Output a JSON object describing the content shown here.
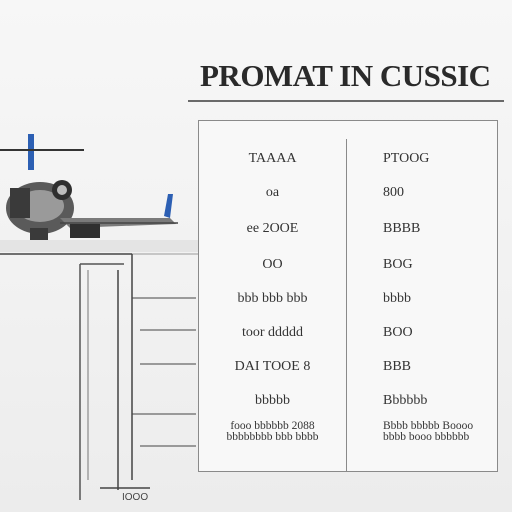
{
  "header": {
    "title": "PROMAT IN CUSSIC"
  },
  "table": {
    "rows": [
      {
        "left": "TAAAA",
        "right": "PTOOG"
      },
      {
        "left": "oa",
        "right": "800"
      },
      {
        "left": "ee 2OOE",
        "right": "BBBB"
      },
      {
        "left": "OO",
        "right": "BOG"
      },
      {
        "left": "bbb bbb bbb",
        "right": "bbbb"
      },
      {
        "left": "toor ddddd",
        "right": "BOO"
      },
      {
        "left": "DAI TOOE 8",
        "right": "BBB"
      },
      {
        "left": "bbbbb",
        "right": "Bbbbbb"
      },
      {
        "left": "fooo bbbbbb 2088 bbbbbbbb bbb bbbb",
        "right": "Bbbb bbbbb Boooo bbbb booo bbbbbb"
      }
    ]
  },
  "diagram": {
    "bottom_label": "IOOO"
  },
  "colors": {
    "accent_blue": "#2c5fb3",
    "ink": "#333333",
    "rule": "#8a8a8a"
  }
}
